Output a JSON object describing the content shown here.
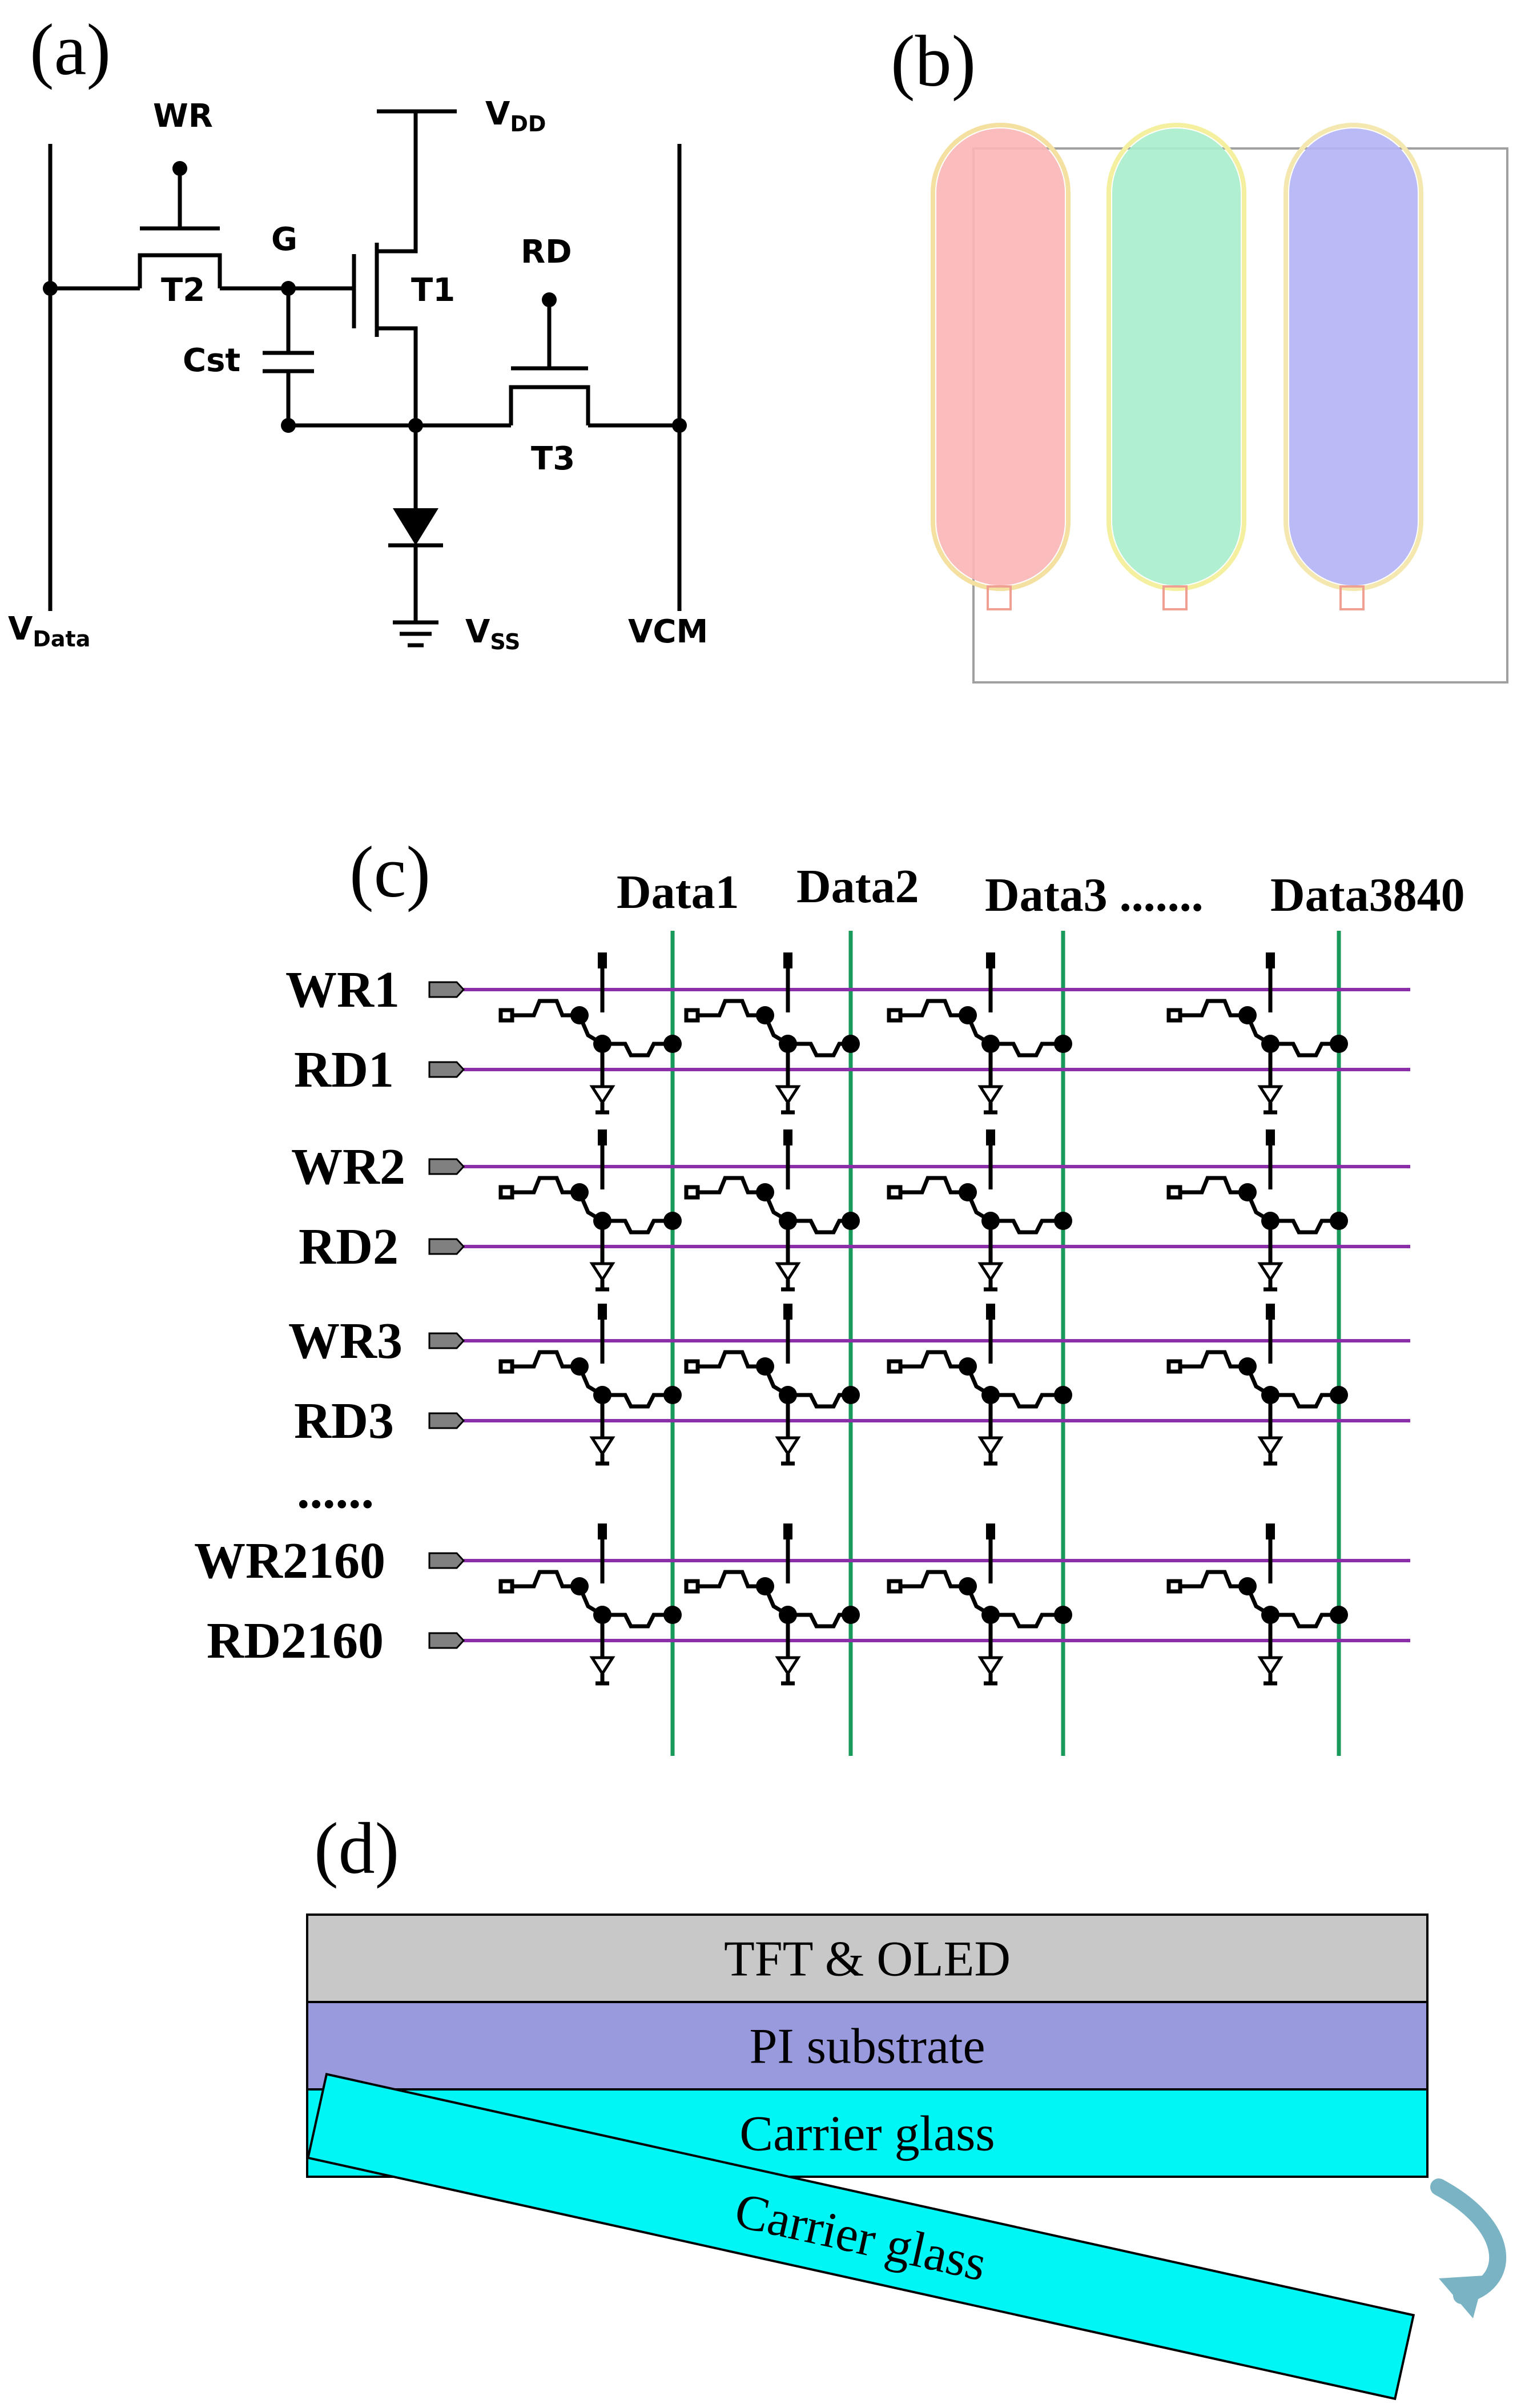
{
  "panels": {
    "a": "(a)",
    "b": "(b)",
    "c": "(c)",
    "d": "(d)"
  },
  "circuit": {
    "wr": "WR",
    "rd": "RD",
    "g": "G",
    "cst": "Cst",
    "t1": "T1",
    "t2": "T2",
    "t3": "T3",
    "vdd_main": "V",
    "vdd_sub": "DD",
    "vdata_main": "V",
    "vdata_sub": "Data",
    "vss_main": "V",
    "vss_sub": "SS",
    "vcm": "VCM"
  },
  "subpixels": {
    "colors": [
      "#f9b5b5",
      "#a8edcc",
      "#b2b2f5"
    ],
    "outline_colors": [
      "#f4e0a0",
      "#f4f0a0",
      "#f4e8b0"
    ],
    "tft_marker_color": "#f0a090",
    "frame_color": "#a0a0a0"
  },
  "array": {
    "rows": [
      "WR1",
      "RD1",
      "WR2",
      "RD2",
      "WR3",
      "RD3",
      "......",
      "WR2160",
      "RD2160"
    ],
    "columns": [
      "Data1",
      "Data2",
      "Data3 .......",
      "Data3840"
    ],
    "row_line_color": "#8a2fa8",
    "column_line_color": "#1a9a5a"
  },
  "stack": {
    "layers": [
      "TFT & OLED",
      "PI substrate",
      "Carrier glass"
    ],
    "layer_colors": [
      "#c8c8c8",
      "#9999dd",
      "#00f5f5"
    ],
    "detached_layer": "Carrier glass",
    "arrow_color": "#7ab4c4"
  }
}
